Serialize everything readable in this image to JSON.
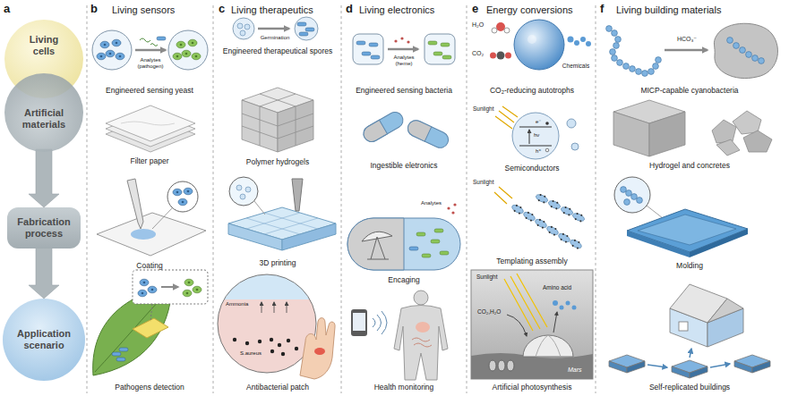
{
  "diagram": {
    "nodes": [
      {
        "text": [
          "Living cells"
        ]
      },
      {
        "text": [
          "Artificial materials"
        ]
      },
      {
        "text": [
          "Fabrication process"
        ]
      },
      {
        "text": [
          "Application scenario"
        ]
      }
    ],
    "edges": [
      {
        "from": 1,
        "to": 2,
        "arrow": "to"
      },
      {
        "from": 2,
        "to": 3,
        "arrow": "to"
      }
    ],
    "labels": [
      "a",
      "b",
      "Living sensors",
      "c",
      "Living therapeutics",
      "d",
      "Living electronics",
      "e",
      "Energy conversions",
      "f",
      "Living building materials",
      "Analytes (pathogen)",
      "Engineered sensing yeast",
      "Filter paper",
      "Coating",
      "Pathogens detection",
      "Germination",
      "Engineered therapeutical spores",
      "Polymer hydrogels",
      "3D printing",
      "Ammonia",
      "S.aureus",
      "Antibacterial patch",
      "Analytes (heme)",
      "Engineered sensing bacteria",
      "Ingestible eletronics",
      "Analytes",
      "Encaging",
      "Health monitoring",
      "H₂O",
      "CO₂",
      "Chemicals",
      "CO₂-reducing autotrophs",
      "Sunlight",
      "hν",
      "e⁻",
      "h⁺",
      "Semiconductors",
      "Sunlight",
      "Templating assembly",
      "Sunlight",
      "CO₂,H₂O",
      "Amino acid",
      "Mars",
      "Artificial photosynthesis",
      "HCO₃⁻",
      "MICP-capable cyanobacteria",
      "Hydrogel and concretes",
      "Molding",
      "Self-replicated buildings"
    ]
  }
}
